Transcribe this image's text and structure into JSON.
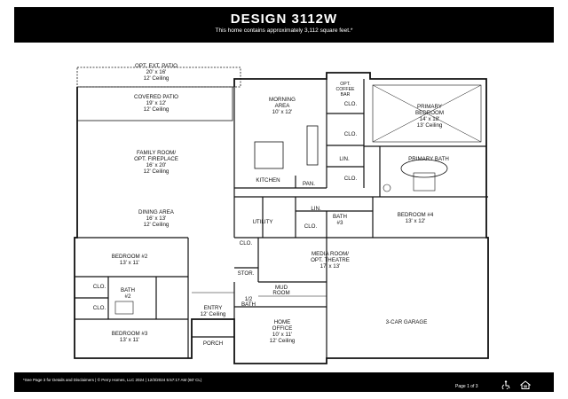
{
  "header": {
    "title": "DESIGN 3112W",
    "subtitle": "This home contains approximately 3,112 square feet.*"
  },
  "footer": {
    "disclaimer": "*See Page 3 for Details and Disclaimers  |  © Perry Homes, LLC 2024  |  12/3/2024 5:57:17 AM  (60' CL)",
    "page": "Page 1 of 3",
    "icons": [
      "accessibility-icon",
      "equal-housing-icon"
    ]
  },
  "rooms": {
    "opt_ext_patio": {
      "name": "OPT. EXT. PATIO",
      "size": "20' x 16'",
      "ceiling": "12' Ceiling"
    },
    "covered_patio": {
      "name": "COVERED PATIO",
      "size": "19' x 12'",
      "ceiling": "12' Ceiling"
    },
    "morning_area": {
      "name": "MORNING",
      "name2": "AREA",
      "size": "10' x 12'"
    },
    "opt_coffee_bar": {
      "line1": "OPT.",
      "line2": "COFFEE",
      "line3": "BAR"
    },
    "clo1": "CLO.",
    "clo2": "CLO.",
    "primary_bedroom": {
      "name": "PRIMARY",
      "name2": "BEDROOM",
      "size": "14' x 18'",
      "ceiling": "13' Ceiling"
    },
    "family_room": {
      "name": "FAMILY ROOM/",
      "name2": "OPT. FIREPLACE",
      "size": "16' x 20'",
      "ceiling": "12' Ceiling"
    },
    "lin1": "LIN.",
    "primary_bath": "PRIMARY BATH",
    "clo3": "CLO.",
    "kitchen": "KITCHEN",
    "pan": "PAN.",
    "lin2": "LIN.",
    "dining_area": {
      "name": "DINING AREA",
      "size": "16' x 13'",
      "ceiling": "12' Ceiling"
    },
    "utility": "UTILITY",
    "bath3": {
      "name": "BATH",
      "num": "#3"
    },
    "clo4": "CLO.",
    "bedroom4": {
      "name": "BEDROOM #4",
      "size": "13' x 12'"
    },
    "clo5": "CLO.",
    "bedroom2": {
      "name": "BEDROOM #2",
      "size": "13' x 11'"
    },
    "media_room": {
      "name": "MEDIA ROOM/",
      "name2": "OPT. THEATRE",
      "size": "17' x 13'"
    },
    "stor": "STOR.",
    "clo6": "CLO.",
    "bath2": {
      "name": "BATH",
      "num": "#2"
    },
    "mud_room": {
      "name": "MUD",
      "name2": "ROOM"
    },
    "clo7": "CLO.",
    "entry": {
      "name": "ENTRY",
      "ceiling": "12' Ceiling"
    },
    "half_bath": {
      "name": "1/2",
      "name2": "BATH"
    },
    "three_car_garage": "3-CAR GARAGE",
    "home_office": {
      "name": "HOME",
      "name2": "OFFICE",
      "size": "10' x 11'",
      "ceiling": "12' Ceiling"
    },
    "bedroom3": {
      "name": "BEDROOM #3",
      "size": "13' x 11'"
    },
    "porch": "PORCH"
  }
}
